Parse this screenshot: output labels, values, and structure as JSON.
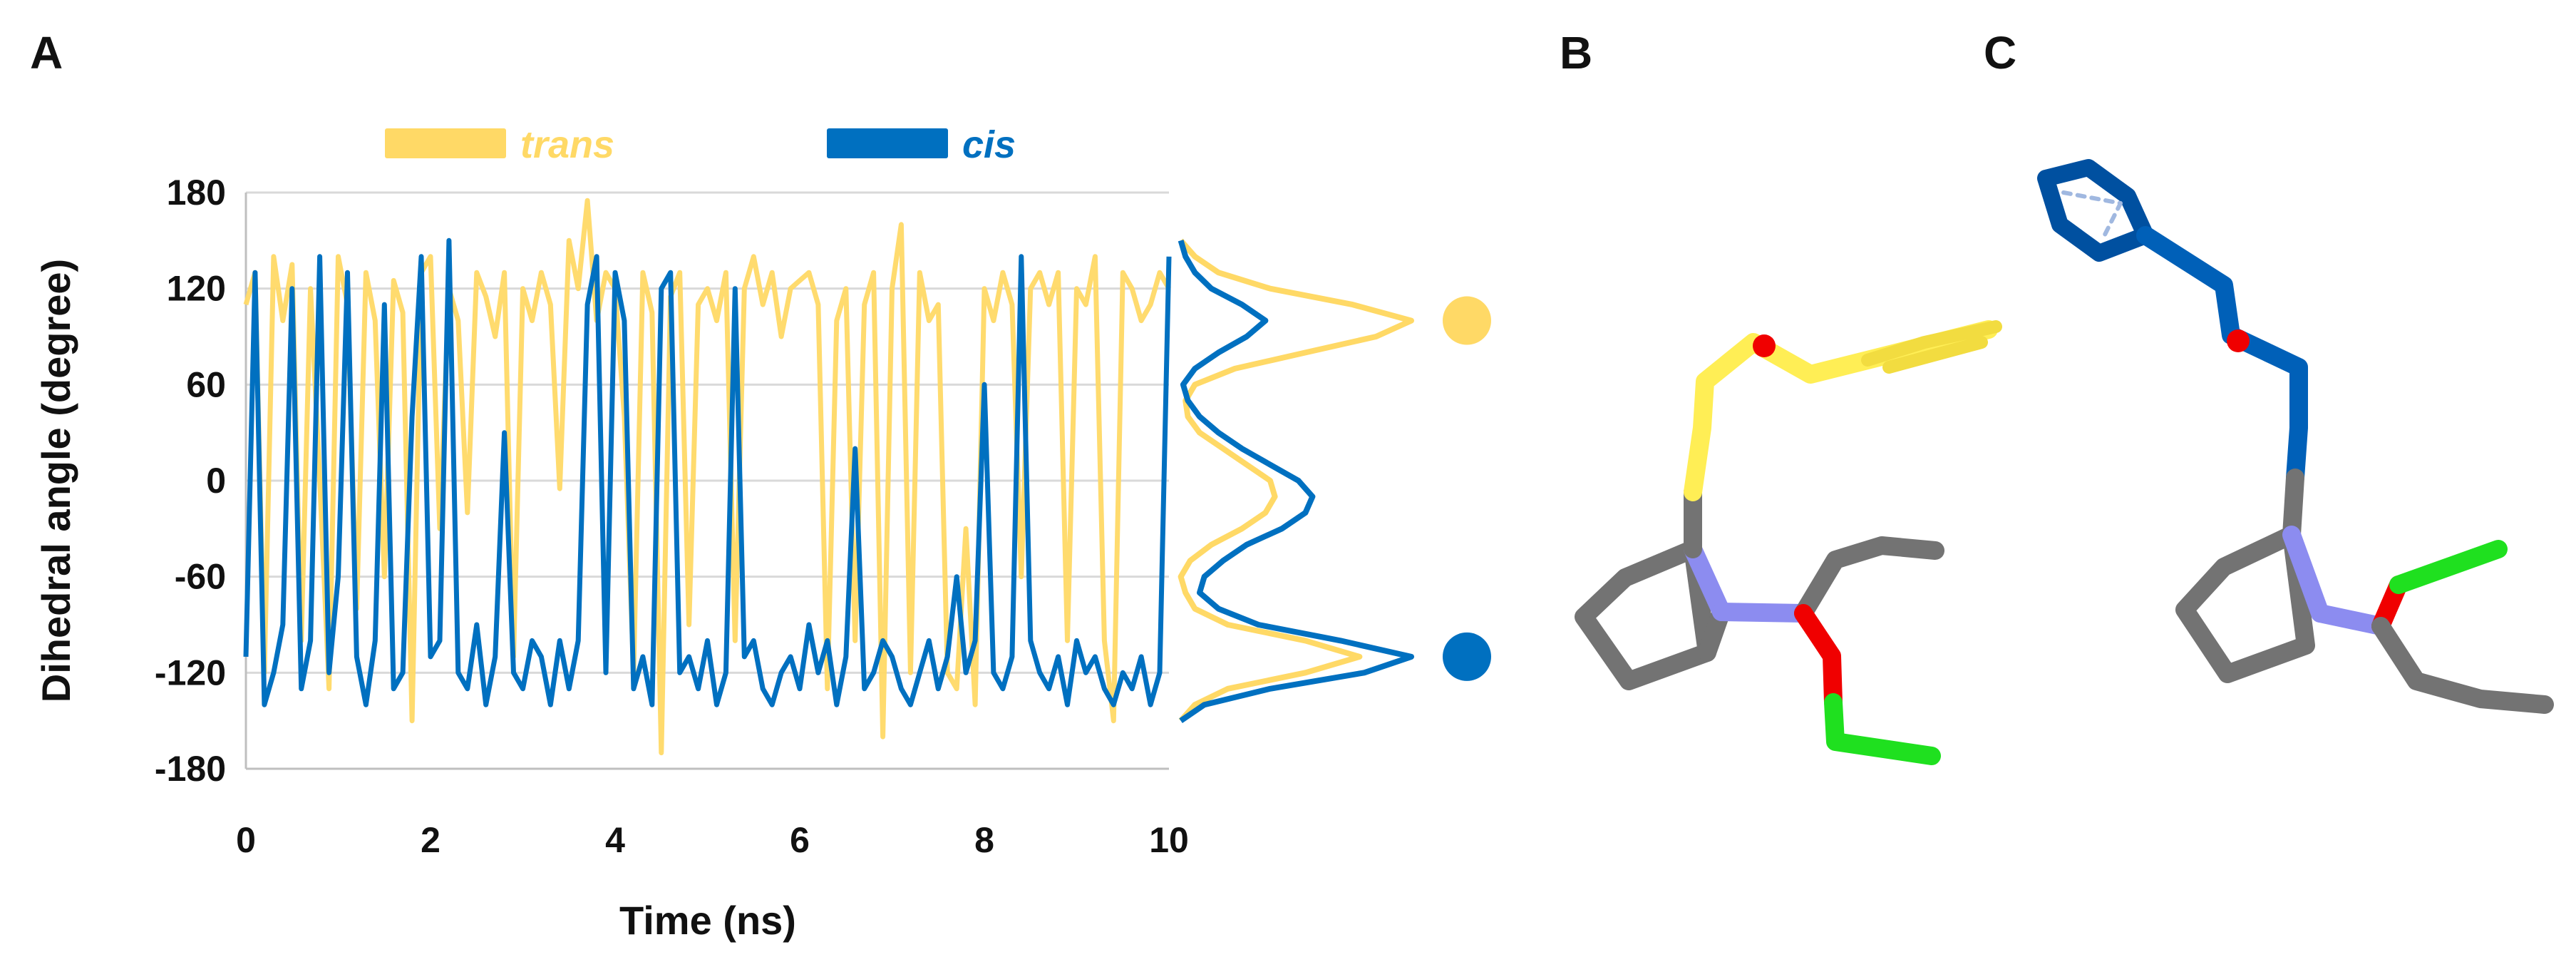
{
  "panels": {
    "a": "A",
    "b": "B",
    "c": "C"
  },
  "colors": {
    "trans": "#FFD966",
    "cis": "#0070C0",
    "grey": "#737373",
    "nitrogen": "#8C8CF0",
    "oxygen": "#F00000",
    "chlorine": "#1FE01F",
    "grid": "#d9d9d9"
  },
  "chart_data": {
    "type": "line",
    "title": "",
    "xlabel": "Time (ns)",
    "ylabel": "Dihedral angle  (degree)",
    "xlim": [
      0,
      10
    ],
    "ylim": [
      -180,
      180
    ],
    "xticks": [
      0,
      2,
      4,
      6,
      8,
      10
    ],
    "yticks": [
      180,
      120,
      60,
      0,
      -60,
      -120,
      -180
    ],
    "xtick_labels": [
      "0",
      "2",
      "4",
      "6",
      "8",
      "10"
    ],
    "ytick_labels": [
      "180",
      "120",
      "60",
      "0",
      "-60",
      "-120",
      "-180"
    ],
    "grid": "horizontal",
    "legend": {
      "placement": "top",
      "labels": [
        "trans",
        "cis"
      ]
    },
    "series": [
      {
        "name": "trans",
        "color": "#FFD966",
        "x": [
          0.0,
          0.1,
          0.2,
          0.3,
          0.4,
          0.5,
          0.6,
          0.7,
          0.8,
          0.9,
          1.0,
          1.1,
          1.2,
          1.3,
          1.4,
          1.5,
          1.6,
          1.7,
          1.8,
          1.9,
          2.0,
          2.1,
          2.2,
          2.3,
          2.4,
          2.5,
          2.6,
          2.7,
          2.8,
          2.9,
          3.0,
          3.1,
          3.2,
          3.3,
          3.4,
          3.5,
          3.6,
          3.7,
          3.8,
          3.9,
          4.0,
          4.1,
          4.2,
          4.3,
          4.4,
          4.5,
          4.6,
          4.7,
          4.8,
          4.9,
          5.0,
          5.1,
          5.2,
          5.3,
          5.4,
          5.5,
          5.6,
          5.7,
          5.8,
          5.9,
          6.0,
          6.1,
          6.2,
          6.3,
          6.4,
          6.5,
          6.6,
          6.7,
          6.8,
          6.9,
          7.0,
          7.1,
          7.2,
          7.3,
          7.4,
          7.5,
          7.6,
          7.7,
          7.8,
          7.9,
          8.0,
          8.1,
          8.2,
          8.3,
          8.4,
          8.5,
          8.6,
          8.7,
          8.8,
          8.9,
          9.0,
          9.1,
          9.2,
          9.3,
          9.4,
          9.5,
          9.6,
          9.7,
          9.8,
          9.9,
          10.0
        ],
        "y": [
          110,
          130,
          -120,
          140,
          100,
          135,
          -100,
          120,
          0,
          -130,
          140,
          110,
          -80,
          130,
          100,
          -60,
          125,
          105,
          -150,
          130,
          140,
          -30,
          120,
          100,
          -20,
          130,
          115,
          90,
          130,
          -110,
          120,
          100,
          130,
          110,
          -5,
          150,
          120,
          175,
          100,
          130,
          120,
          40,
          -120,
          130,
          105,
          -170,
          115,
          130,
          -90,
          110,
          120,
          100,
          130,
          -100,
          120,
          140,
          110,
          130,
          90,
          120,
          125,
          130,
          110,
          -130,
          100,
          120,
          -100,
          110,
          130,
          -160,
          120,
          160,
          -120,
          130,
          100,
          110,
          -120,
          -130,
          -30,
          -140,
          120,
          100,
          130,
          110,
          -60,
          120,
          130,
          110,
          130,
          -100,
          120,
          110,
          140,
          -100,
          -150,
          130,
          120,
          100,
          110,
          130,
          120
        ]
      },
      {
        "name": "cis",
        "color": "#0070C0",
        "x": [
          0.0,
          0.1,
          0.2,
          0.3,
          0.4,
          0.5,
          0.6,
          0.7,
          0.8,
          0.9,
          1.0,
          1.1,
          1.2,
          1.3,
          1.4,
          1.5,
          1.6,
          1.7,
          1.8,
          1.9,
          2.0,
          2.1,
          2.2,
          2.3,
          2.4,
          2.5,
          2.6,
          2.7,
          2.8,
          2.9,
          3.0,
          3.1,
          3.2,
          3.3,
          3.4,
          3.5,
          3.6,
          3.7,
          3.8,
          3.9,
          4.0,
          4.1,
          4.2,
          4.3,
          4.4,
          4.5,
          4.6,
          4.7,
          4.8,
          4.9,
          5.0,
          5.1,
          5.2,
          5.3,
          5.4,
          5.5,
          5.6,
          5.7,
          5.8,
          5.9,
          6.0,
          6.1,
          6.2,
          6.3,
          6.4,
          6.5,
          6.6,
          6.7,
          6.8,
          6.9,
          7.0,
          7.1,
          7.2,
          7.3,
          7.4,
          7.5,
          7.6,
          7.7,
          7.8,
          7.9,
          8.0,
          8.1,
          8.2,
          8.3,
          8.4,
          8.5,
          8.6,
          8.7,
          8.8,
          8.9,
          9.0,
          9.1,
          9.2,
          9.3,
          9.4,
          9.5,
          9.6,
          9.7,
          9.8,
          9.9,
          10.0
        ],
        "y": [
          -110,
          130,
          -140,
          -120,
          -90,
          120,
          -130,
          -100,
          140,
          -120,
          -60,
          130,
          -110,
          -140,
          -100,
          110,
          -130,
          -120,
          40,
          140,
          -110,
          -100,
          150,
          -120,
          -130,
          -90,
          -140,
          -110,
          30,
          -120,
          -130,
          -100,
          -110,
          -140,
          -100,
          -130,
          -100,
          110,
          140,
          -120,
          130,
          100,
          -130,
          -110,
          -140,
          120,
          130,
          -120,
          -110,
          -130,
          -100,
          -140,
          -120,
          120,
          -110,
          -100,
          -130,
          -140,
          -120,
          -110,
          -130,
          -90,
          -120,
          -100,
          -140,
          -110,
          20,
          -130,
          -120,
          -100,
          -110,
          -130,
          -140,
          -120,
          -100,
          -130,
          -110,
          -60,
          -120,
          -100,
          60,
          -120,
          -130,
          -110,
          140,
          -100,
          -120,
          -130,
          -110,
          -140,
          -100,
          -120,
          -110,
          -130,
          -140,
          -120,
          -130,
          -110,
          -140,
          -120,
          140
        ]
      }
    ],
    "distributions": [
      {
        "name": "trans",
        "angles": [
          -150,
          -140,
          -130,
          -120,
          -110,
          -100,
          -90,
          -80,
          -70,
          -60,
          -50,
          -40,
          -30,
          -20,
          -10,
          0,
          10,
          20,
          30,
          40,
          50,
          60,
          70,
          80,
          90,
          100,
          110,
          120,
          130,
          140,
          150
        ],
        "density": [
          0.02,
          0.08,
          0.22,
          0.55,
          0.78,
          0.55,
          0.22,
          0.08,
          0.04,
          0.02,
          0.06,
          0.15,
          0.28,
          0.38,
          0.42,
          0.4,
          0.3,
          0.2,
          0.1,
          0.05,
          0.04,
          0.08,
          0.25,
          0.55,
          0.85,
          1.0,
          0.75,
          0.4,
          0.18,
          0.08,
          0.02
        ],
        "marker_angle": 100
      },
      {
        "name": "cis",
        "angles": [
          -150,
          -140,
          -130,
          -120,
          -110,
          -100,
          -90,
          -80,
          -70,
          -60,
          -50,
          -40,
          -30,
          -20,
          -10,
          0,
          10,
          20,
          30,
          40,
          50,
          60,
          70,
          80,
          90,
          100,
          110,
          120,
          130,
          140,
          150
        ],
        "density": [
          0.02,
          0.12,
          0.4,
          0.8,
          1.0,
          0.7,
          0.35,
          0.18,
          0.1,
          0.12,
          0.2,
          0.3,
          0.45,
          0.55,
          0.58,
          0.52,
          0.4,
          0.28,
          0.18,
          0.1,
          0.05,
          0.03,
          0.08,
          0.18,
          0.3,
          0.38,
          0.28,
          0.15,
          0.08,
          0.04,
          0.02
        ],
        "marker_angle": -110
      }
    ]
  }
}
